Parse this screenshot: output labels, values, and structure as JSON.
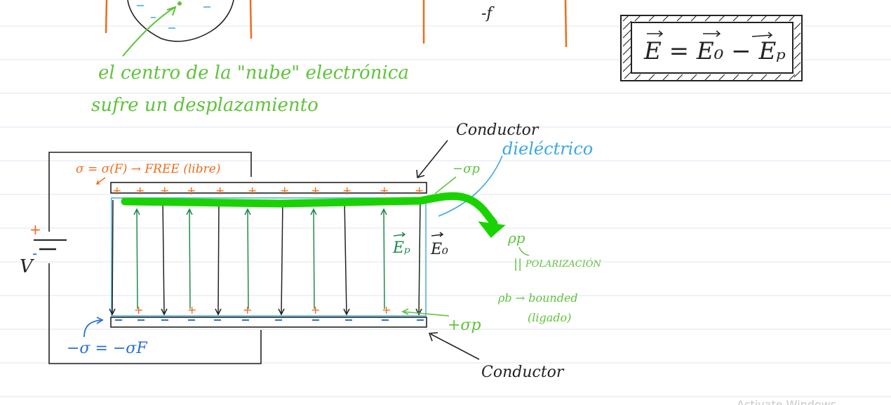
{
  "colors": {
    "ruled_line": "#dde6f3",
    "ink_black": "#222222",
    "ink_orange": "#ef6c1a",
    "ink_green": "#5fc33a",
    "ink_dark_green": "#1f8a4c",
    "ink_blue": "#2a6fd3",
    "ink_light_blue": "#3aa7e6",
    "highlight_green": "#19d300"
  },
  "notes": {
    "top_sign": "-f",
    "equation": "E = E₀ − Eₚ",
    "cloud_line1": "el centro de la \"nube\" electrónica",
    "cloud_line2": "sufre un desplazamiento",
    "conductor_top": "Conductor",
    "conductor_bottom": "Conductor",
    "dielectric": "dieléctrico",
    "sigma_free": "σ = σ(F) → FREE (libre)",
    "sigma_neg": "−σ = −σF",
    "minus_sigma_p": "−σp",
    "plus_sigma_p": "+σp",
    "ep_label": "Eₚ",
    "eo_label": "E₀",
    "rho_p": "ρp",
    "polarizacion": "POLARIZACIÓN",
    "rho_b": "ρb → bounded",
    "ligado": "(ligado)",
    "battery_plus": "+",
    "battery_v": "V",
    "battery_minus": "-",
    "parallel": "||"
  },
  "watermark": "Activate Windows"
}
